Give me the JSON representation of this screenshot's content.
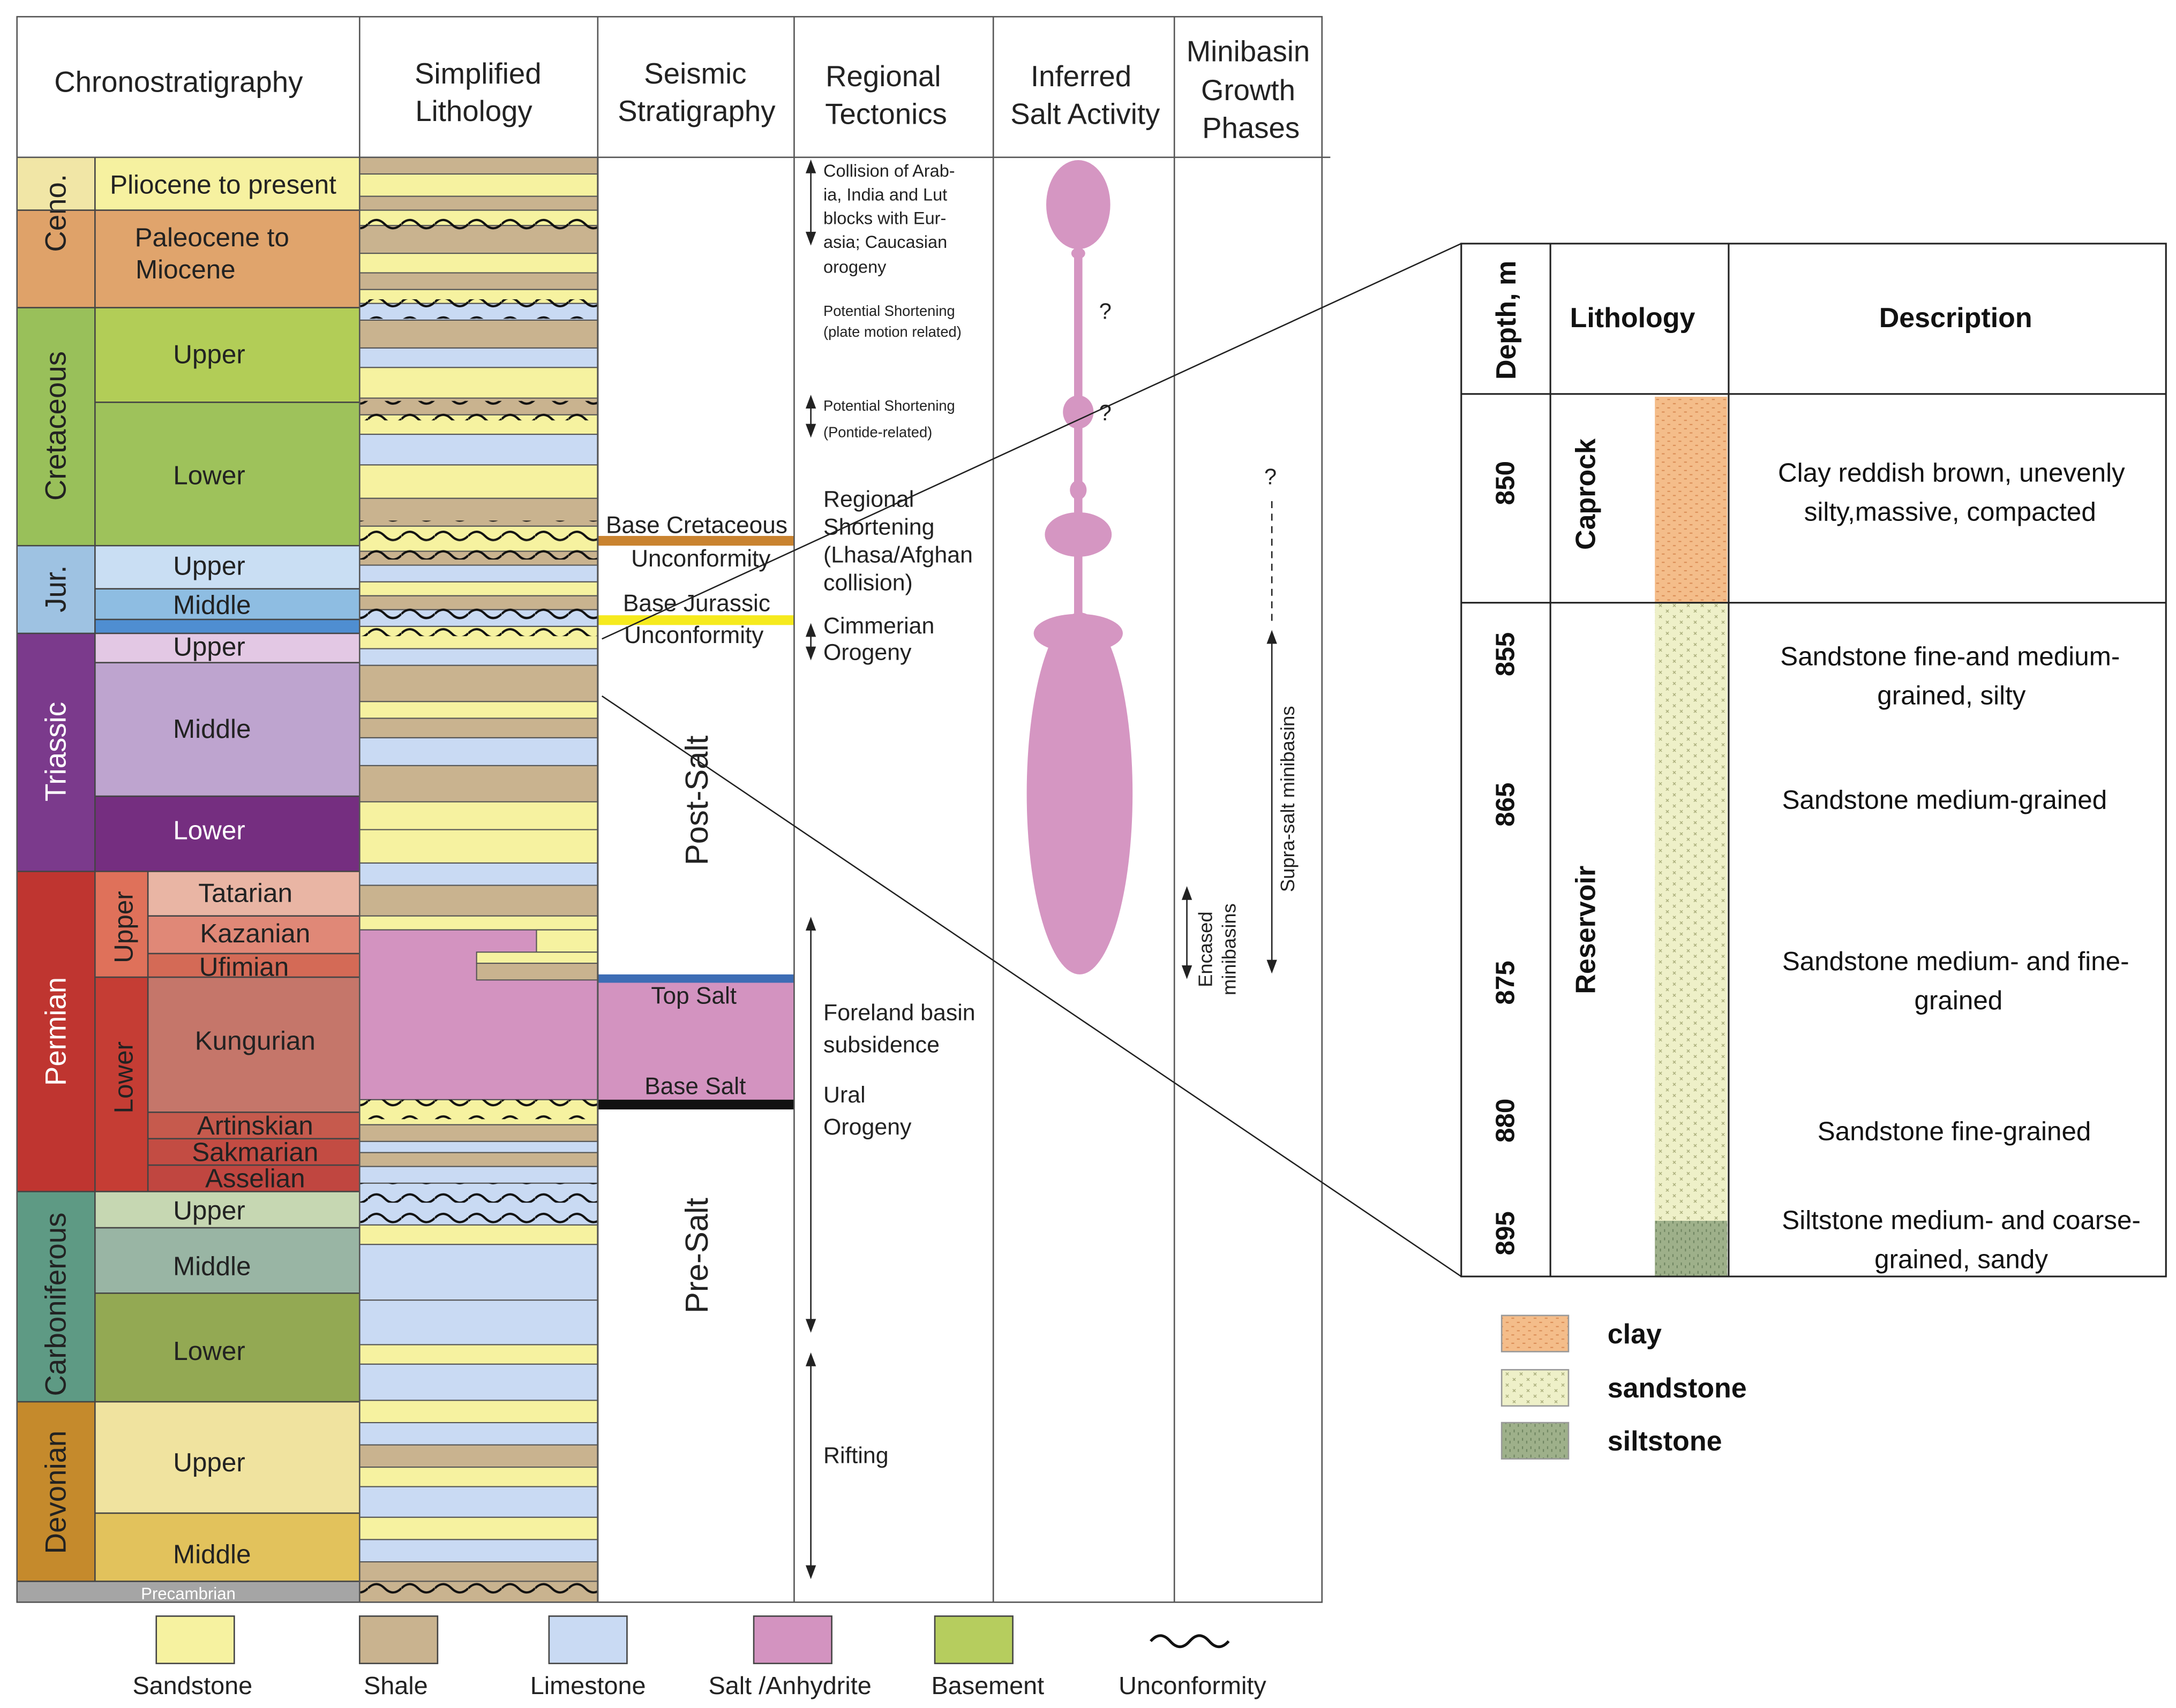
{
  "columns": {
    "chrono": "Chronostratigraphy",
    "lithology": [
      "Simplified",
      "Lithology"
    ],
    "seismic": [
      "Seismic",
      "Stratigraphy"
    ],
    "tectonics": [
      "Regional",
      "Tectonics"
    ],
    "salt": [
      "Inferred",
      "Salt Activity"
    ],
    "minibasin": [
      "Minibasin",
      "Growth",
      "Phases"
    ]
  },
  "eras": [
    "Ceno.",
    "Cretaceous",
    "Jur.",
    "Triassic",
    "Permian",
    "Carboniferous",
    "Devonian"
  ],
  "epochs": {
    "ceno_1": "Pliocene to present",
    "ceno_2": [
      "Paleocene to",
      "Miocene"
    ],
    "cret_upper": "Upper",
    "cret_lower": "Lower",
    "jur_upper": "Upper",
    "jur_middle": "Middle",
    "tri_upper": "Upper",
    "tri_middle": "Middle",
    "tri_lower": "Lower",
    "perm_upper": "Upper",
    "perm_lower": "Lower",
    "carb_upper": "Upper",
    "carb_middle": "Middle",
    "carb_lower": "Lower",
    "dev_upper": "Upper",
    "dev_middle": "Middle",
    "precambrian": "Precambrian"
  },
  "stages": [
    "Tatarian",
    "Kazanian",
    "Ufimian",
    "Kungurian",
    "Artinskian",
    "Sakmarian",
    "Asselian"
  ],
  "seismic": {
    "base_cretaceous": [
      "Base Cretaceous",
      "Unconformity"
    ],
    "base_jurassic": [
      "Base Jurassic",
      "Unconformity"
    ],
    "top_salt": "Top Salt",
    "base_salt": "Base Salt",
    "post_salt": "Post-Salt",
    "pre_salt": "Pre-Salt"
  },
  "tectonics": {
    "collision": [
      "Collision of Arab-",
      "ia, India and Lut",
      "blocks with Eur-",
      "asia; Caucasian",
      "orogeny"
    ],
    "plate_motion": [
      "Potential Shortening",
      "(plate motion related)"
    ],
    "pontide": [
      "Potential Shortening",
      "(Pontide-related)"
    ],
    "regional": [
      "Regional",
      "Shortening",
      "(Lhasa/Afghan",
      "collision)"
    ],
    "cimmerian": [
      "Cimmerian",
      "Orogeny"
    ],
    "foreland": [
      "Foreland basin",
      "subsidence"
    ],
    "ural": [
      "Ural",
      "Orogeny"
    ],
    "rifting": "Rifting"
  },
  "salt_question_marks": [
    "?",
    "?"
  ],
  "minibasin": {
    "question": "?",
    "supra": "Supra-salt minibasins",
    "encased": [
      "Encased",
      "minibasins"
    ]
  },
  "legend": [
    "Sandstone",
    "Shale",
    "Limestone",
    "Salt /Anhydrite",
    "Basement",
    "Unconformity"
  ],
  "detail": {
    "headers": {
      "depth": "Depth, m",
      "lithology": "Lithology",
      "description": "Description"
    },
    "units": {
      "caprock": "Caprock",
      "reservoir": "Reservoir"
    },
    "depths": [
      "850",
      "855",
      "865",
      "875",
      "880",
      "895"
    ],
    "descriptions": [
      [
        "Clay reddish brown, unevenly",
        "silty,massive, compacted"
      ],
      [
        "Sandstone fine-and medium-",
        "grained, silty"
      ],
      [
        "Sandstone medium-grained"
      ],
      [
        "Sandstone medium- and fine-",
        "grained"
      ],
      [
        "Sandstone fine-grained"
      ],
      [
        "Siltstone medium- and coarse-",
        "grained, sandy"
      ]
    ],
    "legend": [
      "clay",
      "sandstone",
      "siltstone"
    ]
  },
  "colors": {
    "sandstone": "#f6f2a0",
    "shale": "#c9b38f",
    "limestone": "#c9daf3",
    "salt": "#d393c0",
    "basement": "#b6cd5e",
    "clay": "#f4bd8a",
    "sandstone_detail": "#eef0c8",
    "siltstone": "#9eb08a"
  }
}
